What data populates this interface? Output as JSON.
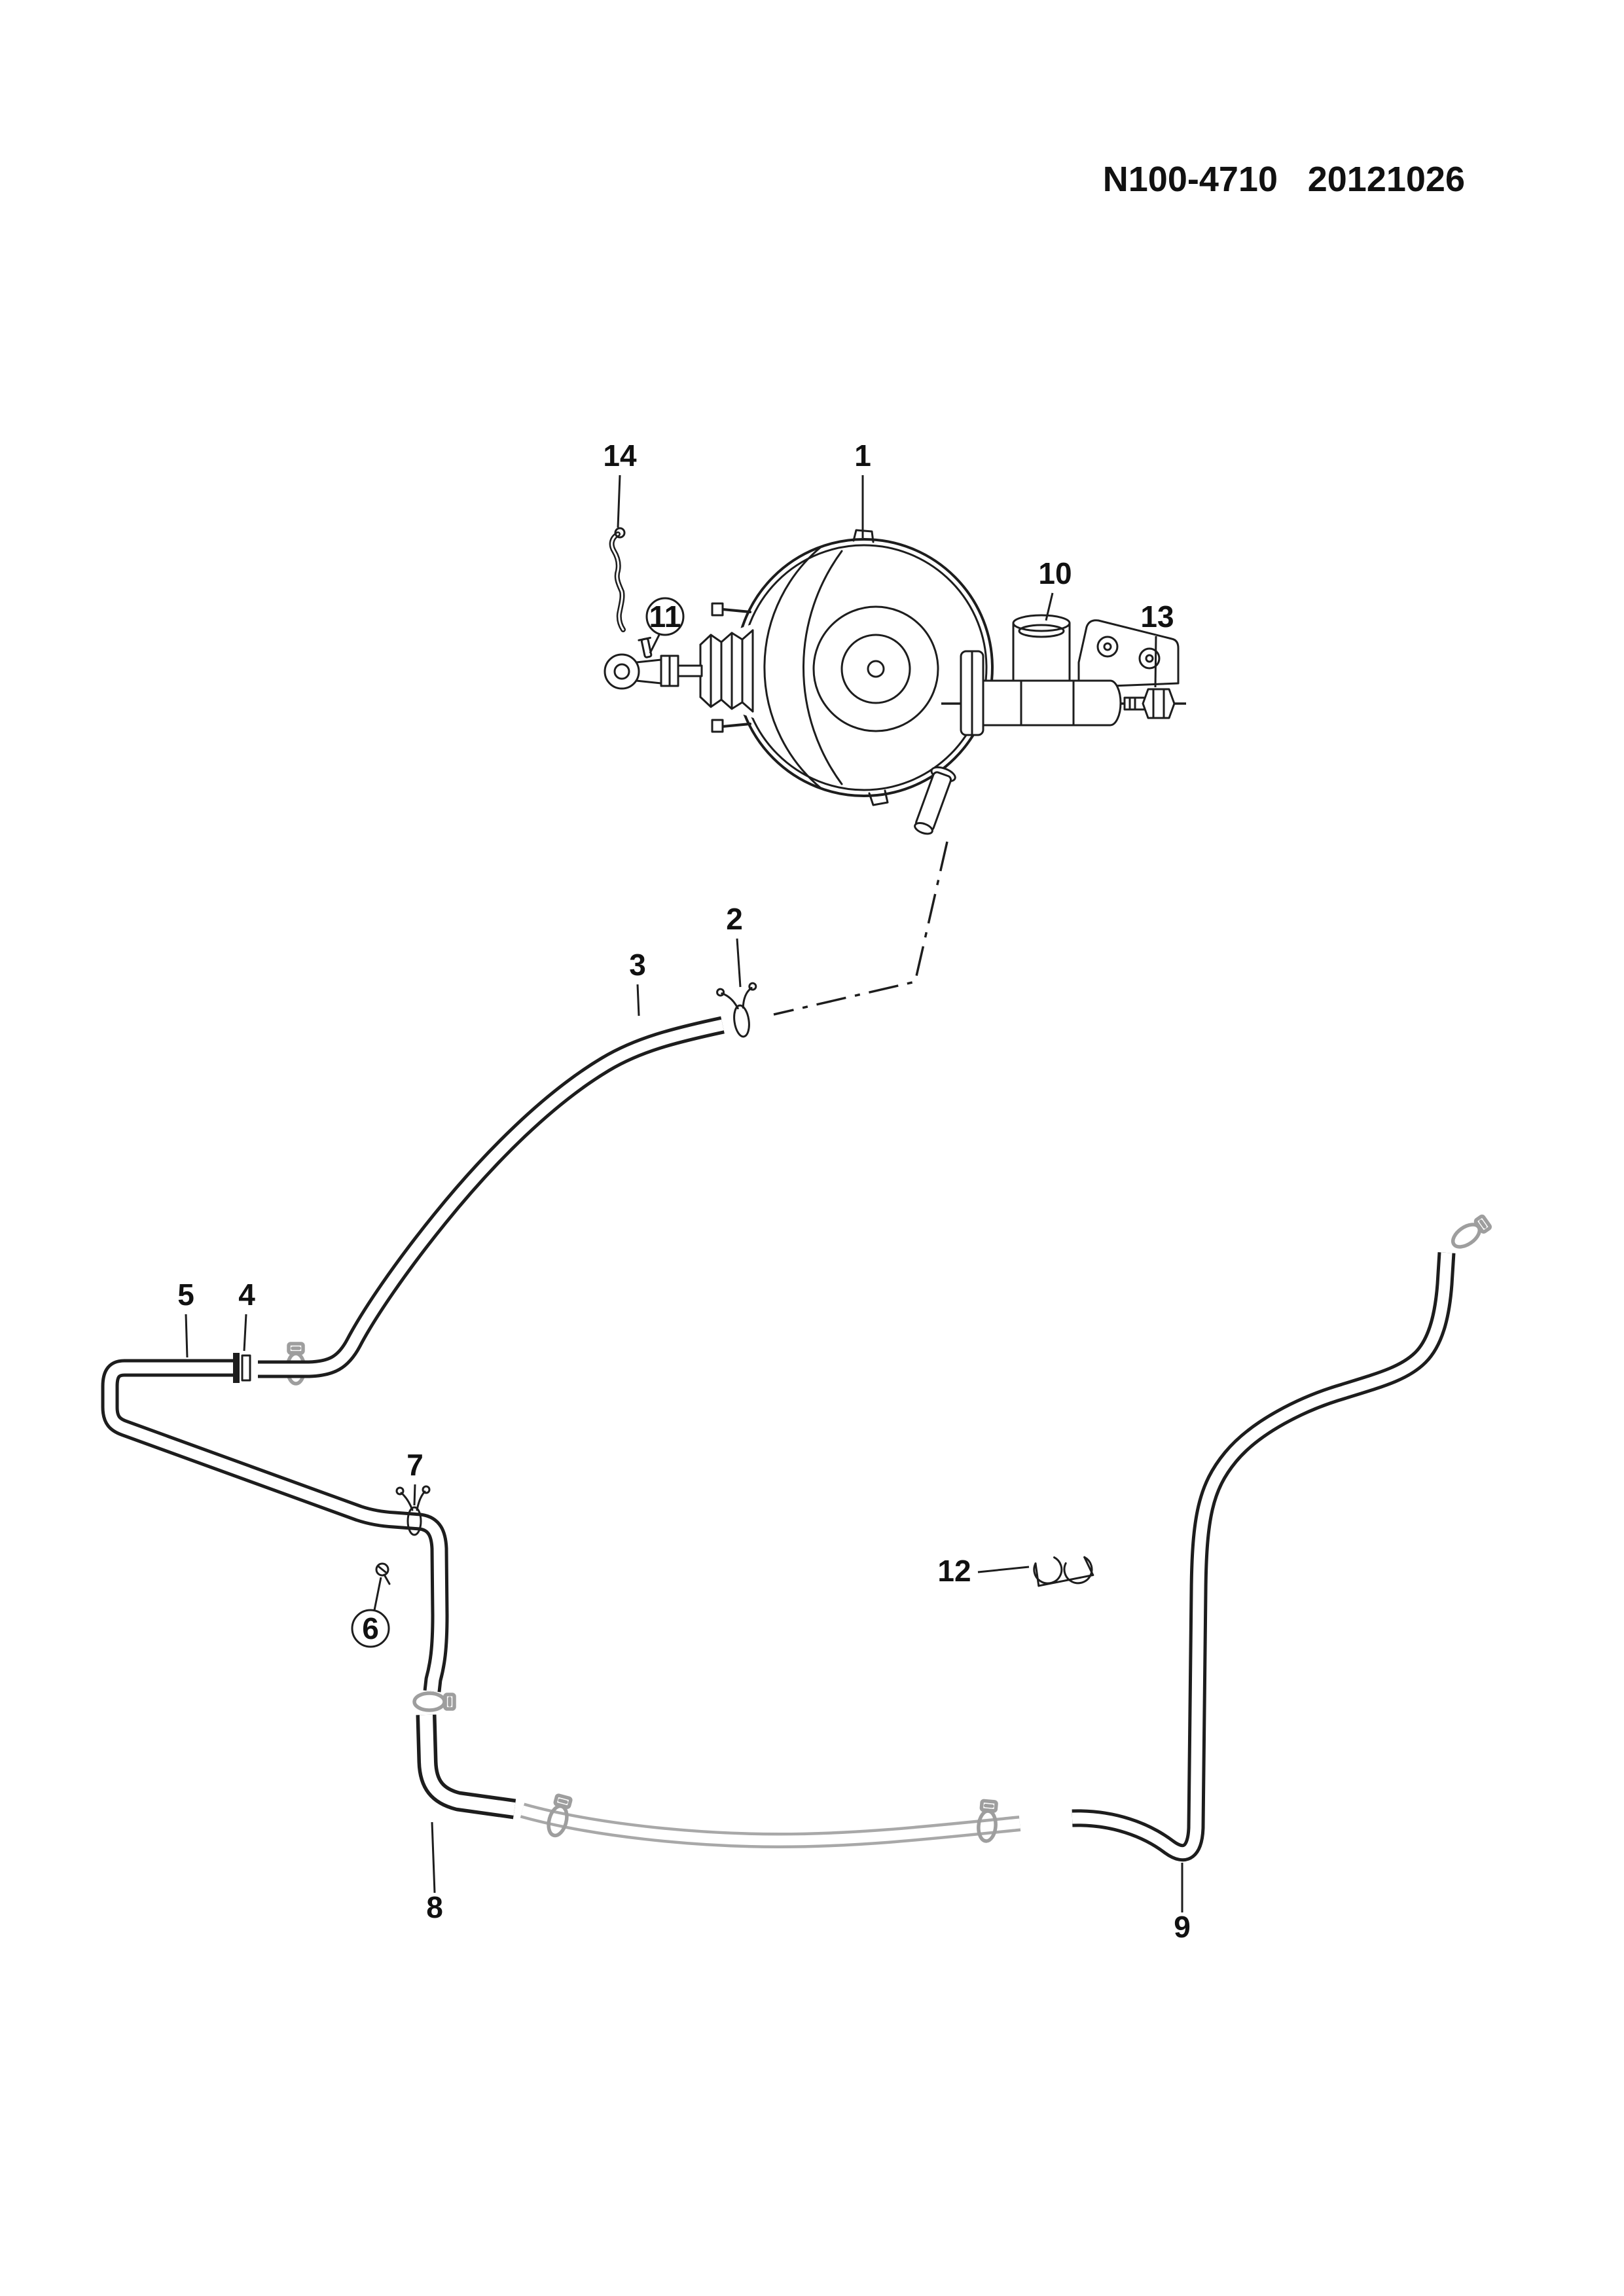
{
  "header": {
    "code": "N100-4710",
    "date": "20121026"
  },
  "callouts": {
    "c1": "1",
    "c2": "2",
    "c3": "3",
    "c4": "4",
    "c5": "5",
    "c6": "6",
    "c7": "7",
    "c8": "8",
    "c9": "9",
    "c10": "10",
    "c11": "11",
    "c12": "12",
    "c13": "13",
    "c14": "14"
  },
  "colors": {
    "line": "#1d1d1d",
    "ghost_part": "#a8a8a8",
    "background": "#ffffff"
  }
}
